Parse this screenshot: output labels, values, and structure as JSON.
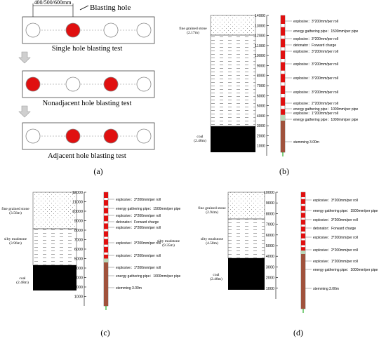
{
  "panel_a": {
    "spacing_label": "400/500/600mm",
    "blast_hole_label": "Blasting hole",
    "tests": [
      {
        "title": "Single hole blasting test",
        "holes": [
          false,
          true,
          false,
          false
        ]
      },
      {
        "title": "Nonadjacent hole blasting test",
        "holes": [
          true,
          false,
          true,
          false
        ]
      },
      {
        "title": "Adjacent hole blasting test",
        "holes": [
          false,
          true,
          true,
          false
        ]
      }
    ],
    "caption": "(a)"
  },
  "panel_b": {
    "caption": "(b)",
    "strata": [
      {
        "name": "fine grained stone",
        "thickness": "(2.17m)"
      },
      {
        "name": "coal",
        "thickness": "(2.48m)"
      }
    ],
    "axis_ticks": [
      "14000",
      "13000",
      "12000",
      "11000",
      "10000",
      "9000",
      "8000",
      "7000",
      "6000",
      "5000",
      "4000",
      "3000",
      "2000",
      "1000"
    ],
    "charge_labels": [
      "explosive：3*200mm/per roll",
      "energy gathering pipe：1500mm/per pipe",
      "explosive：3*200mm/per roll",
      "detonator：Forward charge",
      "explosive：3*200mm/per roll",
      "explosive：3*200mm/per roll",
      "explosive：3*200mm/per roll",
      "explosive：3*200mm/per roll",
      "explosive：2*200mm/per roll",
      "energy gathering pipe：1000mm/per pipe",
      "explosive：1*200mm/per roll",
      "energy gathering pipe：1000mm/per pipe",
      "stemming 3.00m"
    ]
  },
  "panel_c": {
    "caption": "(c)",
    "strata": [
      {
        "name": "fine grained stone",
        "thickness": "(3.56m)"
      },
      {
        "name": "silty mudstone",
        "thickness": "(3.96m)"
      },
      {
        "name": "coal",
        "thickness": "(2.48m)"
      }
    ],
    "side_stratum": {
      "name": "silty mudstone",
      "thickness": "(9.35m)"
    },
    "axis_ticks": [
      "12000",
      "11000",
      "10000",
      "9000",
      "8000",
      "7000",
      "6000",
      "5000",
      "4000",
      "3000",
      "2000",
      "1000"
    ],
    "charge_labels": [
      "explosive：3*200mm/per roll",
      "energy gathering pipe：1500mm/per pipe",
      "explosive：3*200mm/per roll",
      "detonator：Forward charge",
      "explosive：3*200mm/per roll",
      "explosive：3*200mm/per roll",
      "explosive：2*200mm/per roll",
      "explosive：1*200mm/per roll",
      "energy gathering pipe：1000mm/per pipe",
      "stemming 3.00m"
    ]
  },
  "panel_d": {
    "caption": "(d)",
    "strata": [
      {
        "name": "fine grained stone",
        "thickness": "(2.94m)"
      },
      {
        "name": "silty mudstone",
        "thickness": "(4.58m)"
      },
      {
        "name": "coal",
        "thickness": "(2.48m)"
      }
    ],
    "axis_ticks": [
      "10000",
      "9000",
      "8000",
      "7000",
      "6000",
      "5000",
      "4000",
      "3000",
      "2000",
      "1000"
    ],
    "charge_labels": [
      "explosive：3*200mm/per roll",
      "energy gathering pipe：1500mm/per pipe",
      "explosive：3*200mm/per roll",
      "detonator：Forward charge",
      "explosive：3*200mm/per roll",
      "explosive：2*200mm/per roll",
      "explosive：1*200mm/per roll",
      "energy gathering pipe：1000mm/per pipe",
      "stemming 3.00m"
    ]
  },
  "colors": {
    "explosive": "#e01010",
    "stemming": "#a0523c",
    "coal": "#000000",
    "pipe": "#b8d8b8"
  }
}
